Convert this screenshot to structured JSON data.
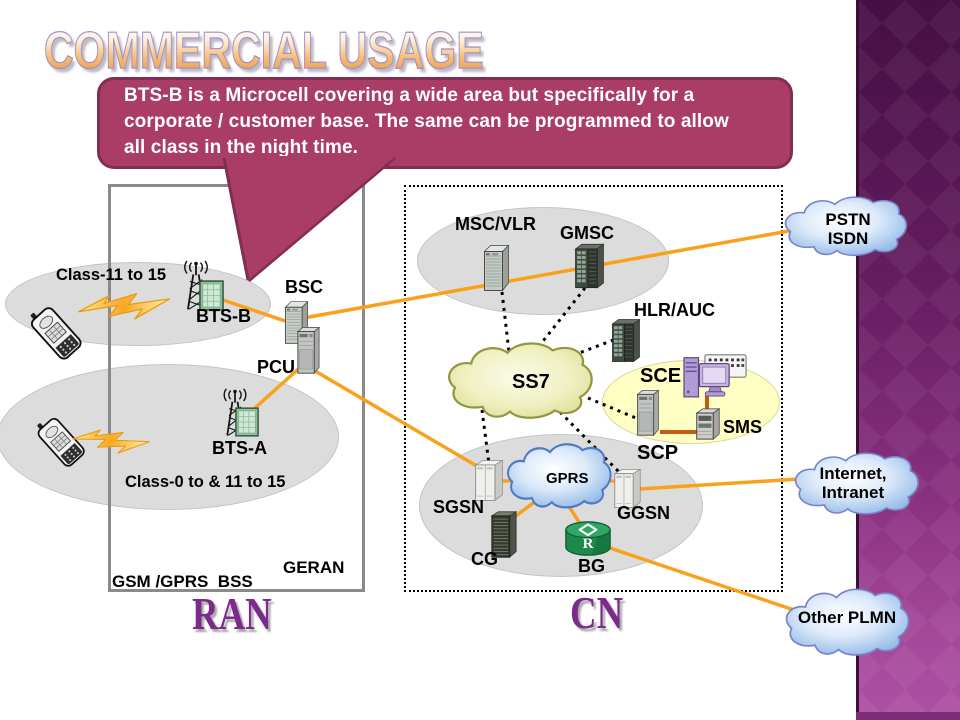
{
  "title": "COMMERCIAL USAGE",
  "callout": {
    "lines": [
      "BTS-B is a Microcell covering a wide area but specifically for a",
      "corporate / customer base. The same can be programmed  to allow",
      "all class in the night time."
    ]
  },
  "ran": {
    "caption": "RAN",
    "bss_label": "GSM /GPRS  BSS",
    "geran_label": "GERAN",
    "cell1_label": "Class-11 to 15",
    "cell2_label": "Class-0 to & 11 to 15",
    "nodes": {
      "bts_b": "BTS-B",
      "bts_a": "BTS-A",
      "bsc": "BSC",
      "pcu": "PCU"
    }
  },
  "cn": {
    "caption": "CN",
    "nodes": {
      "msc": "MSC/VLR",
      "gmsc": "GMSC",
      "hlr": "HLR/AUC",
      "ss7": "SS7",
      "sce": "SCE",
      "scp": "SCP",
      "sms": "SMS",
      "sgsn": "SGSN",
      "ggsn": "GGSN",
      "gprs": "GPRS",
      "cg": "CG",
      "bg": "BG"
    },
    "bg_router_letter": "R"
  },
  "clouds": {
    "pstn": {
      "line1": "PSTN",
      "line2": "ISDN"
    },
    "internet": {
      "line1": "Internet,",
      "line2": "Intranet"
    },
    "plmn": {
      "line1": "Other PLMN"
    }
  },
  "colors": {
    "link_orange": "#F9A11B",
    "link_dark_orange": "#C55A11",
    "callout_fill": "#A93D66",
    "callout_border": "#822D52",
    "caption_purple": "#7D2A8D",
    "bar_top": "#451043",
    "bar_bottom": "#AE50A3"
  }
}
